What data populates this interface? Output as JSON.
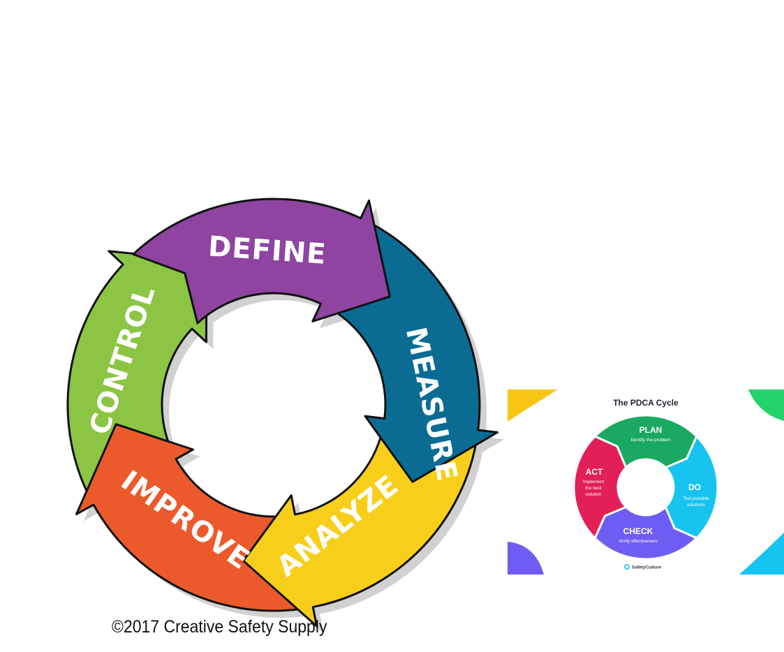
{
  "dmaic": {
    "colors": {
      "define": "#8e44a0",
      "measure": "#0a6c93",
      "analyze": "#f7cf1a",
      "improve": "#ec5a2c",
      "control": "#8bc543",
      "outline": "#111111",
      "shadow": "#9a9a9a"
    },
    "stages": [
      {
        "label": "DEFINE"
      },
      {
        "label": "MEASURE"
      },
      {
        "label": "ANALYZE"
      },
      {
        "label": "IMPROVE"
      },
      {
        "label": "CONTROL"
      }
    ],
    "copyright": "©2017 Creative Safety Supply"
  },
  "pdca": {
    "title": "The PDCA Cycle",
    "colors": {
      "plan": "#1aa862",
      "do": "#17c3ef",
      "check": "#6d5df2",
      "act": "#e21f57",
      "corner_yellow": "#f6c613",
      "corner_green": "#22d26a",
      "corner_purple": "#6d5df2",
      "corner_cyan": "#17c3ef"
    },
    "stages": [
      {
        "name": "PLAN",
        "desc": "Identify the problem"
      },
      {
        "name": "DO",
        "desc_lines": [
          "Test possible",
          "solutions"
        ]
      },
      {
        "name": "CHECK",
        "desc": "Verify effectiveness"
      },
      {
        "name": "ACT",
        "desc_lines": [
          "Implement",
          "the best",
          "solution"
        ]
      }
    ],
    "brand": "SafetyCulture",
    "brand_icon": "safetyculture-logo-icon"
  }
}
